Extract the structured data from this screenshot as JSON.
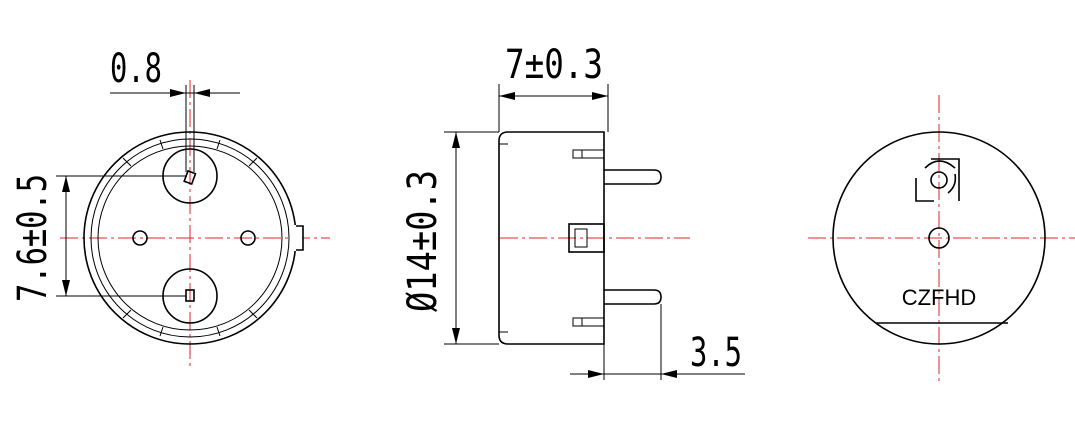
{
  "dimensions": {
    "pin_width": "0.8",
    "height": "7±0.3",
    "pin_spacing": "7.6±0.5",
    "diameter": "Ø14±0.3",
    "pin_length": "3.5"
  },
  "brand": "CZFHD",
  "colors": {
    "centerline": "#e0262a",
    "line": "#000000"
  },
  "icons": {
    "logo": "logo-icon"
  }
}
